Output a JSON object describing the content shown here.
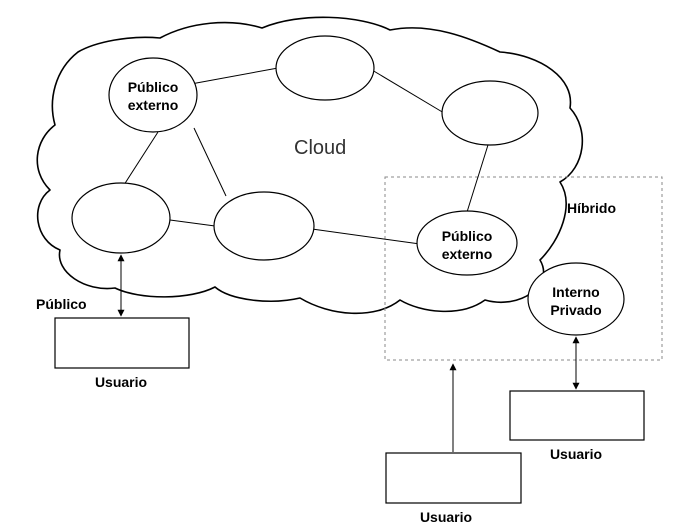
{
  "cloud": {
    "label": "Cloud"
  },
  "hybrid": {
    "label": "Híbrido"
  },
  "public": {
    "label": "Público"
  },
  "nodes": {
    "public_external_1": {
      "line1": "Público",
      "line2": "externo"
    },
    "public_external_2": {
      "line1": "Público",
      "line2": "externo"
    },
    "internal_private": {
      "line1": "Interno",
      "line2": "Privado"
    }
  },
  "users": {
    "left": "Usuario",
    "bottom": "Usuario",
    "right": "Usuario"
  },
  "colors": {
    "stroke": "#000000",
    "dashed": "#8a8a8a",
    "background": "#ffffff"
  }
}
